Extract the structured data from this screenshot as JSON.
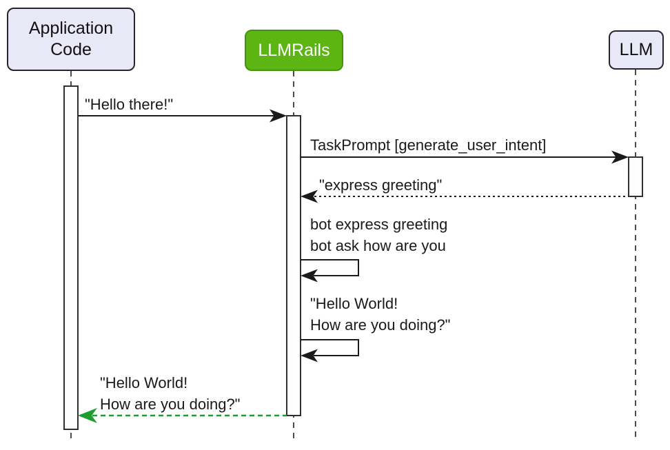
{
  "diagram": {
    "type": "sequence-diagram",
    "actors": [
      {
        "label": "Application Code",
        "fill": "#e8e8f6",
        "border": "#23252b",
        "text_color": "#111111"
      },
      {
        "label": "LLMRails",
        "fill": "#5cb512",
        "border": "#44930d",
        "text_color": "#ffffff"
      },
      {
        "label": "LLM",
        "fill": "#e8e8f6",
        "border": "#23252b",
        "text_color": "#111111"
      }
    ],
    "messages": [
      {
        "label": "\"Hello there!\"",
        "from": "Application Code",
        "to": "LLMRails",
        "line_style": "solid",
        "color": "#1a1a1a"
      },
      {
        "label": "TaskPrompt [generate_user_intent]",
        "from": "LLMRails",
        "to": "LLM",
        "line_style": "solid",
        "color": "#1a1a1a"
      },
      {
        "label": "\"express greeting\"",
        "from": "LLM",
        "to": "LLMRails",
        "line_style": "dotted",
        "color": "#1a1a1a"
      },
      {
        "line1": "bot express greeting",
        "line2": "bot ask how are you",
        "from": "LLMRails",
        "to": "LLMRails",
        "line_style": "self",
        "color": "#1a1a1a"
      },
      {
        "line1": "\"Hello World!",
        "line2": "How are you doing?\"",
        "from": "LLMRails",
        "to": "LLMRails",
        "line_style": "self",
        "color": "#1a1a1a"
      },
      {
        "line1": "\"Hello World!",
        "line2": "How are you doing?\"",
        "from": "LLMRails",
        "to": "Application Code",
        "line_style": "dashed",
        "color": "#1e9c30"
      }
    ],
    "colors": {
      "background": "#ffffff",
      "actor_fill": "#e8e8f6",
      "actor_border": "#23252b",
      "highlight_fill": "#5cb512",
      "highlight_border": "#44930d",
      "arrow": "#1a1a1a",
      "return_arrow": "#1e9c30",
      "lifeline": "#1f1f1f",
      "activation_fill": "#fefefe",
      "activation_border": "#2f2f2f"
    }
  }
}
